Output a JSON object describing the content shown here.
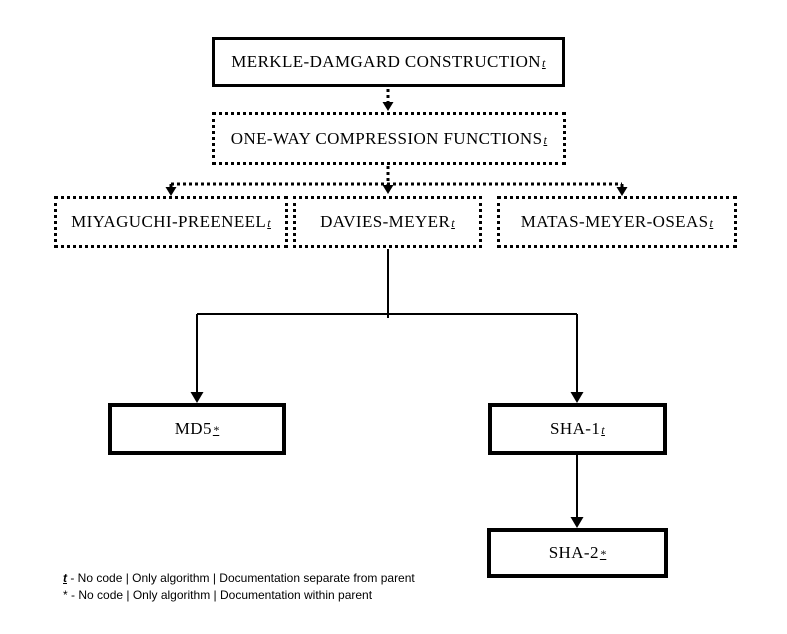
{
  "diagram": {
    "nodes": {
      "merkle": {
        "label": "MERKLE-DAMGARD CONSTRUCTION",
        "marker": "t"
      },
      "oneway": {
        "label": "ONE-WAY COMPRESSION FUNCTIONS",
        "marker": "t"
      },
      "miyaguchi": {
        "label": "MIYAGUCHI-PREENEEL",
        "marker": "t"
      },
      "davies": {
        "label": "DAVIES-MEYER",
        "marker": "t"
      },
      "matas": {
        "label": "MATAS-MEYER-OSEAS",
        "marker": "t"
      },
      "md5": {
        "label": "MD5",
        "marker": "*"
      },
      "sha1": {
        "label": "SHA-1",
        "marker": "t"
      },
      "sha2": {
        "label": "SHA-2",
        "marker": "*"
      }
    },
    "legend": [
      {
        "symbol": "t",
        "text": "- No code | Only algorithm | Documentation separate from parent"
      },
      {
        "symbol": "*",
        "text": "- No code | Only algorithm | Documentation within parent"
      }
    ],
    "colors": {
      "line": "#000000",
      "background": "#ffffff",
      "text": "#000000"
    }
  }
}
